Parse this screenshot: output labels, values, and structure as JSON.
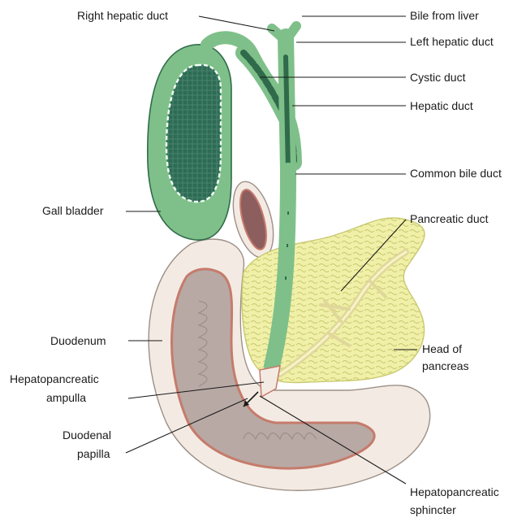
{
  "labels": {
    "right_hepatic_duct": "Right hepatic duct",
    "bile_from_liver": "Bile from liver",
    "left_hepatic_duct": "Left hepatic duct",
    "cystic_duct": "Cystic duct",
    "hepatic_duct": "Hepatic duct",
    "common_bile_duct": "Common bile duct",
    "pancreatic_duct": "Pancreatic duct",
    "gall_bladder": "Gall bladder",
    "duodenum": "Duodenum",
    "head_of_pancreas_line1": "Head of",
    "head_of_pancreas_line2": "pancreas",
    "hepatopancreatic_ampulla_line1": "Hepatopancreatic",
    "hepatopancreatic_ampulla_line2": "ampulla",
    "duodenal_papilla_line1": "Duodenal",
    "duodenal_papilla_line2": "papilla",
    "hepatopancreatic_sphincter_line1": "Hepatopancreatic",
    "hepatopancreatic_sphincter_line2": "sphincter"
  },
  "colors": {
    "bile_green": "#7fc08a",
    "bile_dark": "#2f6b4a",
    "gallbladder_inner": "#2e6b55",
    "duodenum_wall": "#f3ebe3",
    "duodenum_lumen": "#b8a9a4",
    "duodenum_rim": "#c67b6c",
    "pancreas": "#f0f0a8",
    "pancreas_edge": "#c9c870"
  }
}
